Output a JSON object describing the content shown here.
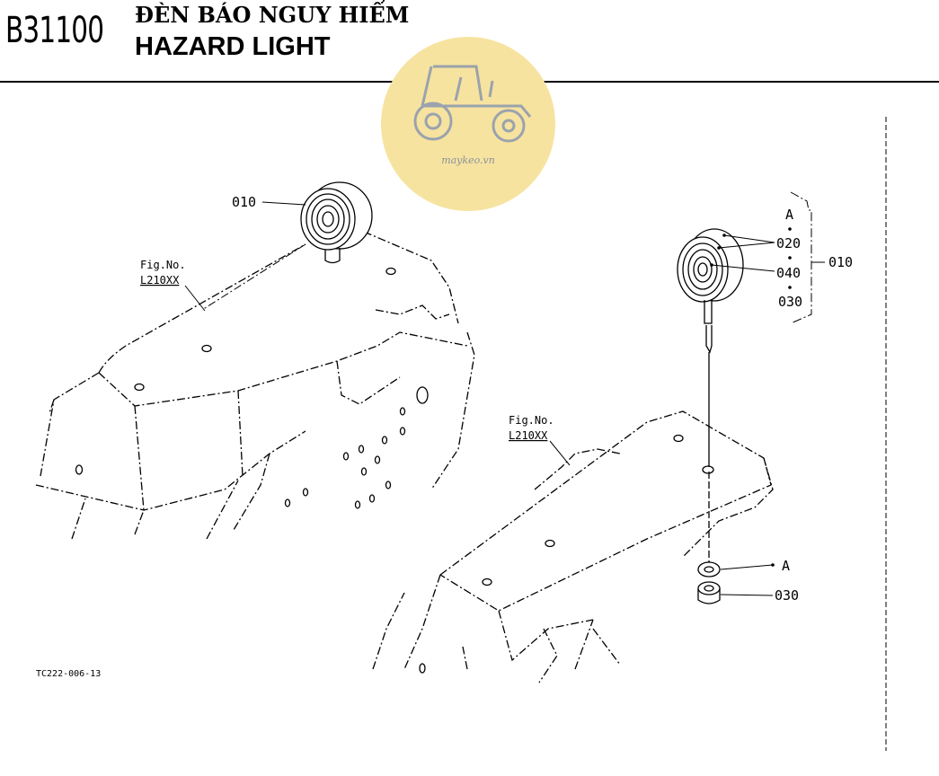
{
  "header": {
    "section_code": "B31100",
    "title_vi": "ĐÈN BÁO NGUY HIỂM",
    "title_en": "HAZARD LIGHT"
  },
  "watermark": {
    "text": "maykeo.vn",
    "color": "#f7e3a0"
  },
  "left_view": {
    "part_label": "010",
    "fig_ref_line1": "Fig.No.",
    "fig_ref_line2": "L210XX"
  },
  "right_view": {
    "fig_ref_line1": "Fig.No.",
    "fig_ref_line2": "L210XX",
    "bracket_labels": [
      "A",
      "020",
      "040",
      "030"
    ],
    "assembly_label": "010",
    "washer_label": "A",
    "nut_label": "030"
  },
  "footer": {
    "drawing_code": "TC222-006-13"
  }
}
